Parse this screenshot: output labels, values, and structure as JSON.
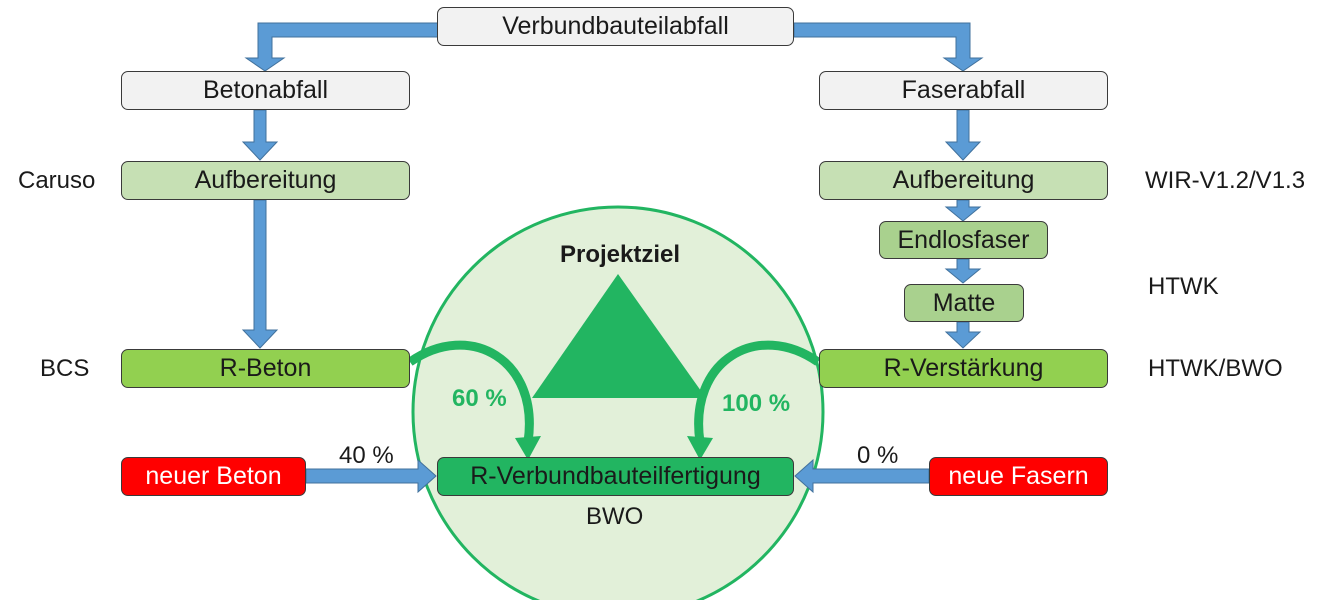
{
  "boxes": {
    "verbundbauteilabfall": "Verbundbauteilabfall",
    "betonabfall": "Betonabfall",
    "faserabfall": "Faserabfall",
    "aufbereitung_left": "Aufbereitung",
    "aufbereitung_right": "Aufbereitung",
    "endlosfaser": "Endlosfaser",
    "matte": "Matte",
    "r_beton": "R-Beton",
    "r_verstaerkung": "R-Verstärkung",
    "r_verbundbauteilfertigung": "R-Verbundbauteilfertigung",
    "neuer_beton": "neuer Beton",
    "neue_fasern": "neue Fasern"
  },
  "partners": {
    "caruso": "Caruso",
    "bcs": "BCS",
    "wir": "WIR-V1.2/V1.3",
    "htwk": "HTWK",
    "htwk_bwo": "HTWK/BWO",
    "bwo": "BWO"
  },
  "goal": {
    "title": "Projektziel",
    "left_percent": "60 %",
    "right_percent": "100 %"
  },
  "inputs": {
    "left_percent": "40 %",
    "right_percent": "0 %"
  },
  "colors": {
    "arrow_blue": "#5b9bd5",
    "arrow_outline": "#41719c",
    "goal_green": "#22b561",
    "circle_border": "#22b561",
    "new_material_red": "#ff0000"
  }
}
